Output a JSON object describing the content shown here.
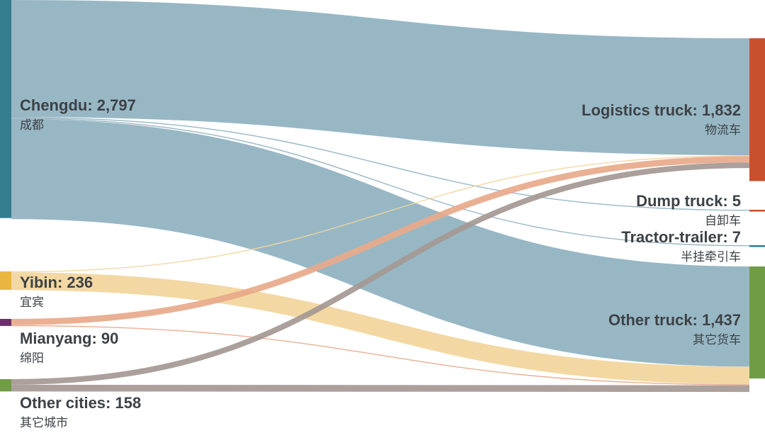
{
  "diagram": {
    "sources": [
      {
        "id": "chengdu",
        "label": "Chengdu: 2,797",
        "sub": "成都",
        "value": 2797,
        "color": "#337d8f"
      },
      {
        "id": "yibin",
        "label": "Yibin: 236",
        "sub": "宜宾",
        "value": 236,
        "color": "#eab63f"
      },
      {
        "id": "mianyang",
        "label": "Mianyang: 90",
        "sub": "绵阳",
        "value": 90,
        "color": "#6d2c6b"
      },
      {
        "id": "other_cities",
        "label": "Other cities: 158",
        "sub": "其它城市",
        "value": 158,
        "color": "#6f9c45"
      }
    ],
    "targets": [
      {
        "id": "logistics",
        "label": "Logistics truck: 1,832",
        "sub": "物流车",
        "value": 1832,
        "color": "#c8502f"
      },
      {
        "id": "dump",
        "label": "Dump truck: 5",
        "sub": "自卸车",
        "value": 5,
        "color": "#c8502f"
      },
      {
        "id": "tractor",
        "label": "Tractor-trailer: 7",
        "sub": "半挂牵引车",
        "value": 7,
        "color": "#337d8f"
      },
      {
        "id": "other_truck",
        "label": "Other truck: 1,437",
        "sub": "其它货车",
        "value": 1437,
        "color": "#6f9c45"
      }
    ],
    "links": [
      {
        "source": "chengdu",
        "target": "logistics",
        "value": 1500,
        "color": "#8fb1c0"
      },
      {
        "source": "chengdu",
        "target": "dump",
        "value": 5,
        "color": "#8fb1c0"
      },
      {
        "source": "chengdu",
        "target": "tractor",
        "value": 7,
        "color": "#8fb1c0"
      },
      {
        "source": "chengdu",
        "target": "other_truck",
        "value": 1285,
        "color": "#8fb1c0"
      },
      {
        "source": "yibin",
        "target": "logistics",
        "value": 10,
        "color": "#f2d59b"
      },
      {
        "source": "yibin",
        "target": "other_truck",
        "value": 226,
        "color": "#f2d59b"
      },
      {
        "source": "mianyang",
        "target": "logistics",
        "value": 80,
        "color": "#e8a98a"
      },
      {
        "source": "mianyang",
        "target": "other_truck",
        "value": 10,
        "color": "#e8a98a"
      },
      {
        "source": "other_cities",
        "target": "logistics",
        "value": 72,
        "color": "#a49893"
      },
      {
        "source": "other_cities",
        "target": "other_truck",
        "value": 86,
        "color": "#a49893"
      }
    ]
  }
}
